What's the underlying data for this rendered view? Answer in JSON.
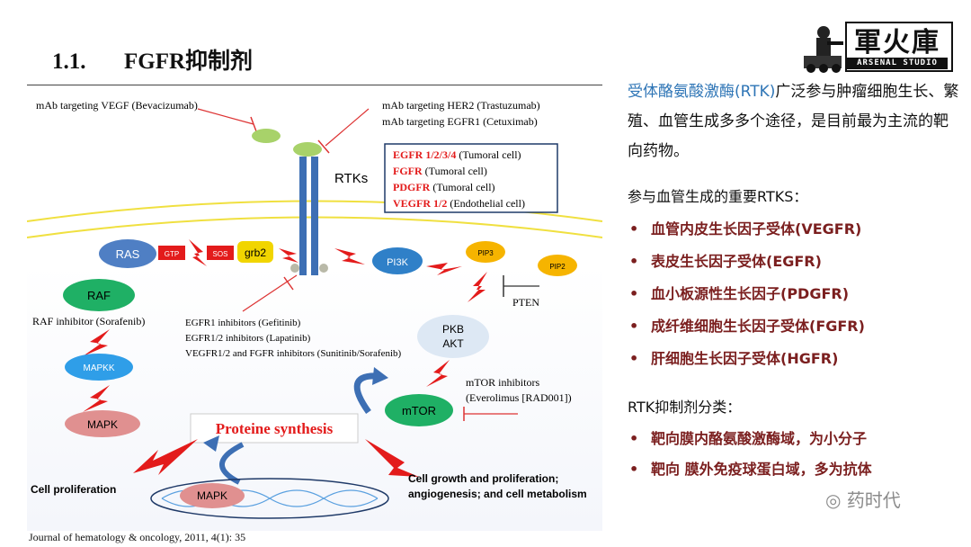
{
  "title": {
    "number": "1.1.",
    "text": "FGFR抑制剂"
  },
  "logo": {
    "cn": "軍火庫",
    "en": "ARSENAL STUDIO"
  },
  "diagram": {
    "mab_vegf": "mAb targeting VEGF (Bevacizumab)",
    "mab_her2": "mAb targeting HER2 (Trastuzumab)",
    "mab_egfr": "mAb targeting EGFR1 (Cetuximab)",
    "rtks_label": "RTKs",
    "receptors": [
      {
        "name": "EGFR 1/2/3/4",
        "desc": " (Tumoral cell)"
      },
      {
        "name": "FGFR",
        "desc": " (Tumoral cell)"
      },
      {
        "name": "PDGFR",
        "desc": " (Tumoral cell)"
      },
      {
        "name": "VEGFR 1/2",
        "desc": " (Endothelial cell)"
      }
    ],
    "nodes": {
      "ras": "RAS",
      "gtp": "GTP",
      "sos": "SOS",
      "grb2": "grb2",
      "pi3k": "PI3K",
      "pip3": "PIP3",
      "pip2": "PIP2",
      "pten": "PTEN",
      "raf": "RAF",
      "mapkk": "MAPKK",
      "mapk": "MAPK",
      "pkb": "PKB",
      "akt": "AKT",
      "mtor": "mTOR",
      "mapk_bottom": "MAPK"
    },
    "raf_inhibitor": "RAF inhibitor (Sorafenib)",
    "egfr_inhibitors": [
      "EGFR1 inhibitors (Gefitinib)",
      "EGFR1/2  inhibitors (Lapatinib)",
      "VEGFR1/2 and FGFR inhibitors (Sunitinib/Sorafenib)"
    ],
    "mtor_inhibitors": [
      "mTOR inhibitors",
      "(Everolimus [RAD001])"
    ],
    "protein_synthesis": "Proteine synthesis",
    "cell_proliferation": "Cell proliferation",
    "cell_growth": [
      "Cell growth and proliferation;",
      "angiogenesis; and cell metabolism"
    ]
  },
  "citation": "Journal of hematology & oncology, 2011, 4(1): 35",
  "panel": {
    "intro_highlight": "受体酪氨酸激酶(RTK)",
    "intro_rest": "广泛参与肿瘤细胞生长、繁殖、血管生成多多个途径，是目前最为主流的靶向药物。",
    "section1": "参与血管生成的重要RTKS：",
    "list1": [
      "血管内皮生长因子受体(VEGFR)",
      "表皮生长因子受体(EGFR)",
      "血小板源性生长因子(PDGFR)",
      "成纤维细胞生长因子受体(FGFR)",
      "肝细胞生长因子受体(HGFR)"
    ],
    "section2": "RTK抑制剂分类：",
    "list2": [
      "靶向膜内酪氨酸激酶域，为小分子",
      "靶向 膜外免疫球蛋白域，多为抗体"
    ],
    "bullet": "•"
  },
  "watermark": "药时代",
  "colors": {
    "red": "#e31b1b",
    "blue": "#2e75b6",
    "dark_red": "#7b1f1f",
    "membrane": "#f0e040"
  }
}
